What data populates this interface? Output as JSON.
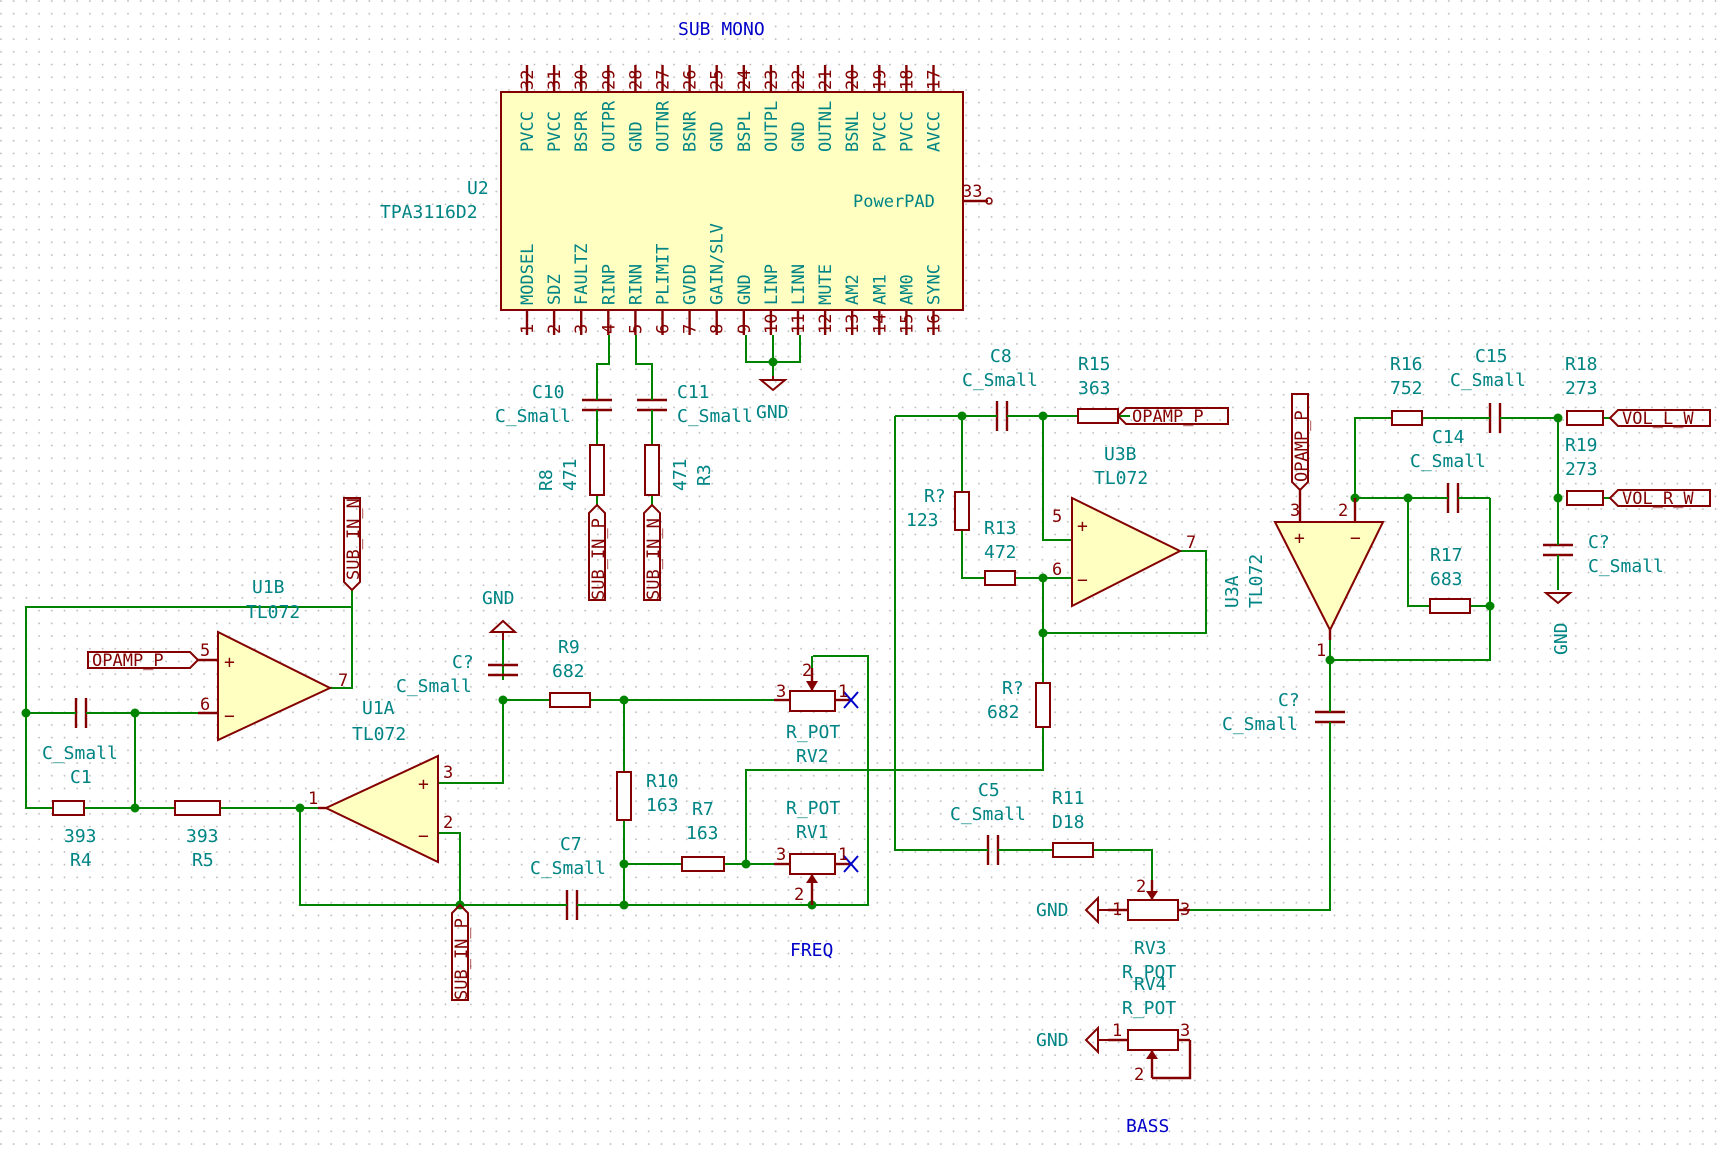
{
  "sheet": {
    "titles": {
      "sub_mono": "SUB MONO",
      "freq": "FREQ",
      "bass": "BASS"
    }
  },
  "u2": {
    "ref": "U2",
    "value": "TPA3116D2",
    "top_pins": [
      {
        "num": "32",
        "name": "PVCC"
      },
      {
        "num": "31",
        "name": "PVCC"
      },
      {
        "num": "30",
        "name": "BSPR"
      },
      {
        "num": "29",
        "name": "OUTPR"
      },
      {
        "num": "28",
        "name": "GND"
      },
      {
        "num": "27",
        "name": "OUTNR"
      },
      {
        "num": "26",
        "name": "BSNR"
      },
      {
        "num": "25",
        "name": "GND"
      },
      {
        "num": "24",
        "name": "BSPL"
      },
      {
        "num": "23",
        "name": "OUTPL"
      },
      {
        "num": "22",
        "name": "GND"
      },
      {
        "num": "21",
        "name": "OUTNL"
      },
      {
        "num": "20",
        "name": "BSNL"
      },
      {
        "num": "19",
        "name": "PVCC"
      },
      {
        "num": "18",
        "name": "PVCC"
      },
      {
        "num": "17",
        "name": "AVCC"
      }
    ],
    "bottom_pins": [
      {
        "num": "1",
        "name": "MODSEL"
      },
      {
        "num": "2",
        "name": "SDZ"
      },
      {
        "num": "3",
        "name": "FAULTZ"
      },
      {
        "num": "4",
        "name": "RINP"
      },
      {
        "num": "5",
        "name": "RINN"
      },
      {
        "num": "6",
        "name": "PLIMIT"
      },
      {
        "num": "7",
        "name": "GVDD"
      },
      {
        "num": "8",
        "name": "GAIN/SLV"
      },
      {
        "num": "9",
        "name": "GND"
      },
      {
        "num": "10",
        "name": "LINP"
      },
      {
        "num": "11",
        "name": "LINN"
      },
      {
        "num": "12",
        "name": "MUTE"
      },
      {
        "num": "13",
        "name": "AM2"
      },
      {
        "num": "14",
        "name": "AM1"
      },
      {
        "num": "15",
        "name": "AM0"
      },
      {
        "num": "16",
        "name": "SYNC"
      }
    ],
    "side_pin": {
      "num": "33",
      "name": "PowerPAD"
    }
  },
  "opamps": {
    "u1b": {
      "ref": "U1B",
      "value": "TL072",
      "pins": {
        "plus": "5",
        "minus": "6",
        "out": "7"
      }
    },
    "u1a": {
      "ref": "U1A",
      "value": "TL072",
      "pins": {
        "plus": "3",
        "minus": "2",
        "out": "1"
      }
    },
    "u3b": {
      "ref": "U3B",
      "value": "TL072",
      "pins": {
        "plus": "5",
        "minus": "6",
        "out": "7"
      }
    },
    "u3a": {
      "ref": "U3A",
      "value": "TL072",
      "pins": {
        "plus": "3",
        "minus": "2",
        "out": "1"
      }
    }
  },
  "resistors": {
    "r8": {
      "ref": "R8",
      "value": "471"
    },
    "r3": {
      "ref": "R3",
      "value": "471"
    },
    "r4": {
      "ref": "R4",
      "value": "393"
    },
    "r5": {
      "ref": "R5",
      "value": "393"
    },
    "r9": {
      "ref": "R9",
      "value": "682"
    },
    "r10": {
      "ref": "R10",
      "value": "163"
    },
    "r7": {
      "ref": "R7",
      "value": "163"
    },
    "r15": {
      "ref": "R15",
      "value": "363"
    },
    "rq1": {
      "ref": "R?",
      "value": "123"
    },
    "r13": {
      "ref": "R13",
      "value": "472"
    },
    "rq2": {
      "ref": "R?",
      "value": "682"
    },
    "r11": {
      "ref": "R11",
      "value": "D18"
    },
    "r16": {
      "ref": "R16",
      "value": "752"
    },
    "r17": {
      "ref": "R17",
      "value": "683"
    },
    "r18": {
      "ref": "R18",
      "value": "273"
    },
    "r19": {
      "ref": "R19",
      "value": "273"
    }
  },
  "capacitors": {
    "c10": {
      "ref": "C10",
      "value": "C_Small"
    },
    "c11": {
      "ref": "C11",
      "value": "C_Small"
    },
    "c1": {
      "ref": "C1",
      "value": "C_Small"
    },
    "cq1": {
      "ref": "C?",
      "value": "C_Small"
    },
    "c7": {
      "ref": "C7",
      "value": "C_Small"
    },
    "c8": {
      "ref": "C8",
      "value": "C_Small"
    },
    "c5": {
      "ref": "C5",
      "value": "C_Small"
    },
    "c15": {
      "ref": "C15",
      "value": "C_Small"
    },
    "c14": {
      "ref": "C14",
      "value": "C_Small"
    },
    "cq2": {
      "ref": "C?",
      "value": "C_Small"
    },
    "cq3": {
      "ref": "C?",
      "value": "C_Small"
    }
  },
  "pots": {
    "rv2": {
      "ref": "RV2",
      "value": "R_POT",
      "pins": {
        "a": "3",
        "w": "2",
        "b": "1"
      }
    },
    "rv1": {
      "ref": "RV1",
      "value": "R_POT",
      "pins": {
        "a": "3",
        "w": "2",
        "b": "1"
      }
    },
    "rv3": {
      "ref": "RV3",
      "value": "R_POT",
      "pins": {
        "a": "1",
        "w": "2",
        "b": "3"
      }
    },
    "rv4": {
      "ref": "RV4",
      "value": "R_POT",
      "pins": {
        "a": "1",
        "w": "2",
        "b": "3"
      }
    }
  },
  "labels": {
    "sub_in_p_1": "SUB_IN_P",
    "sub_in_n_1": "SUB_IN_N",
    "sub_in_n_2": "SUB_IN_N",
    "sub_in_p_2": "SUB_IN_P",
    "opamp_p_1": "OPAMP_P",
    "opamp_p_2": "OPAMP_P",
    "opamp_p_3": "OPAMP_P",
    "vol_l_w": "VOL_L_W",
    "vol_r_w": "VOL_R_W"
  },
  "power": {
    "gnd": "GND"
  }
}
